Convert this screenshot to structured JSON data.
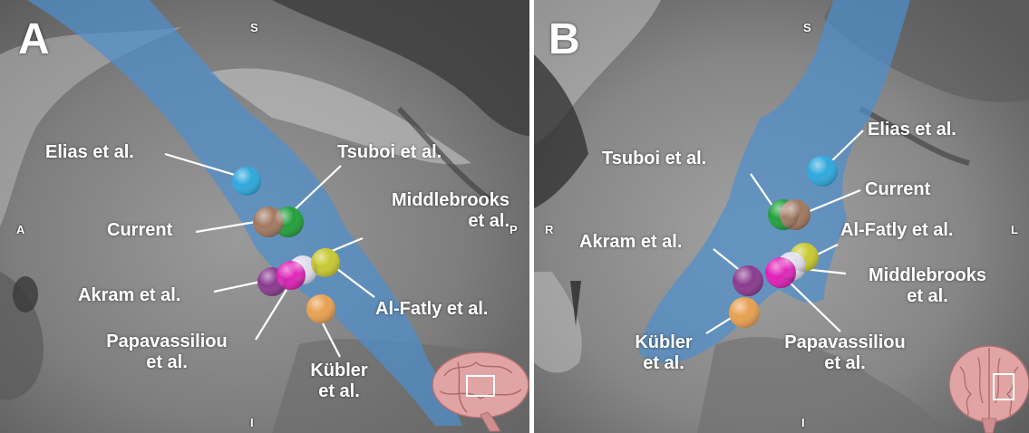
{
  "panel_a": {
    "letter": "A",
    "orientation": {
      "top": "S",
      "left": "A",
      "right": "P",
      "bottom": "I"
    },
    "labels": {
      "elias": "Elias et al.",
      "tsuboi": "Tsuboi et al.",
      "current": "Current",
      "middlebrooks_1": "Middlebrooks",
      "middlebrooks_2": "et al.",
      "akram": "Akram et al.",
      "alfatly": "Al-Fatly et al.",
      "papavassiliou_1": "Papavassiliou",
      "papavassiliou_2": "et al.",
      "kubler_1": "Kübler",
      "kubler_2": "et al."
    }
  },
  "panel_b": {
    "letter": "B",
    "orientation": {
      "top": "S",
      "left": "R",
      "right": "L",
      "bottom": "I"
    },
    "labels": {
      "elias": "Elias et al.",
      "tsuboi": "Tsuboi et al.",
      "current": "Current",
      "alfatly": "Al-Fatly et al.",
      "akram": "Akram et al.",
      "middlebrooks_1": "Middlebrooks",
      "middlebrooks_2": "et al.",
      "kubler_1": "Kübler",
      "kubler_2": "et al.",
      "papavassiliou_1": "Papavassiliou",
      "papavassiliou_2": "et al."
    }
  },
  "colors": {
    "tract_blue": "#4f8fcc",
    "elias": "#2ea8dc",
    "tsuboi": "#22a03c",
    "current": "#a07860",
    "middlebrooks": "#dcdcec",
    "akram": "#8a3a8e",
    "alfatly": "#c8c832",
    "papavassiliou": "#e020b8",
    "kubler": "#e8a050",
    "brain": "#e0a4a4"
  },
  "icons": [
    "brain-icon",
    "brain-icon"
  ]
}
